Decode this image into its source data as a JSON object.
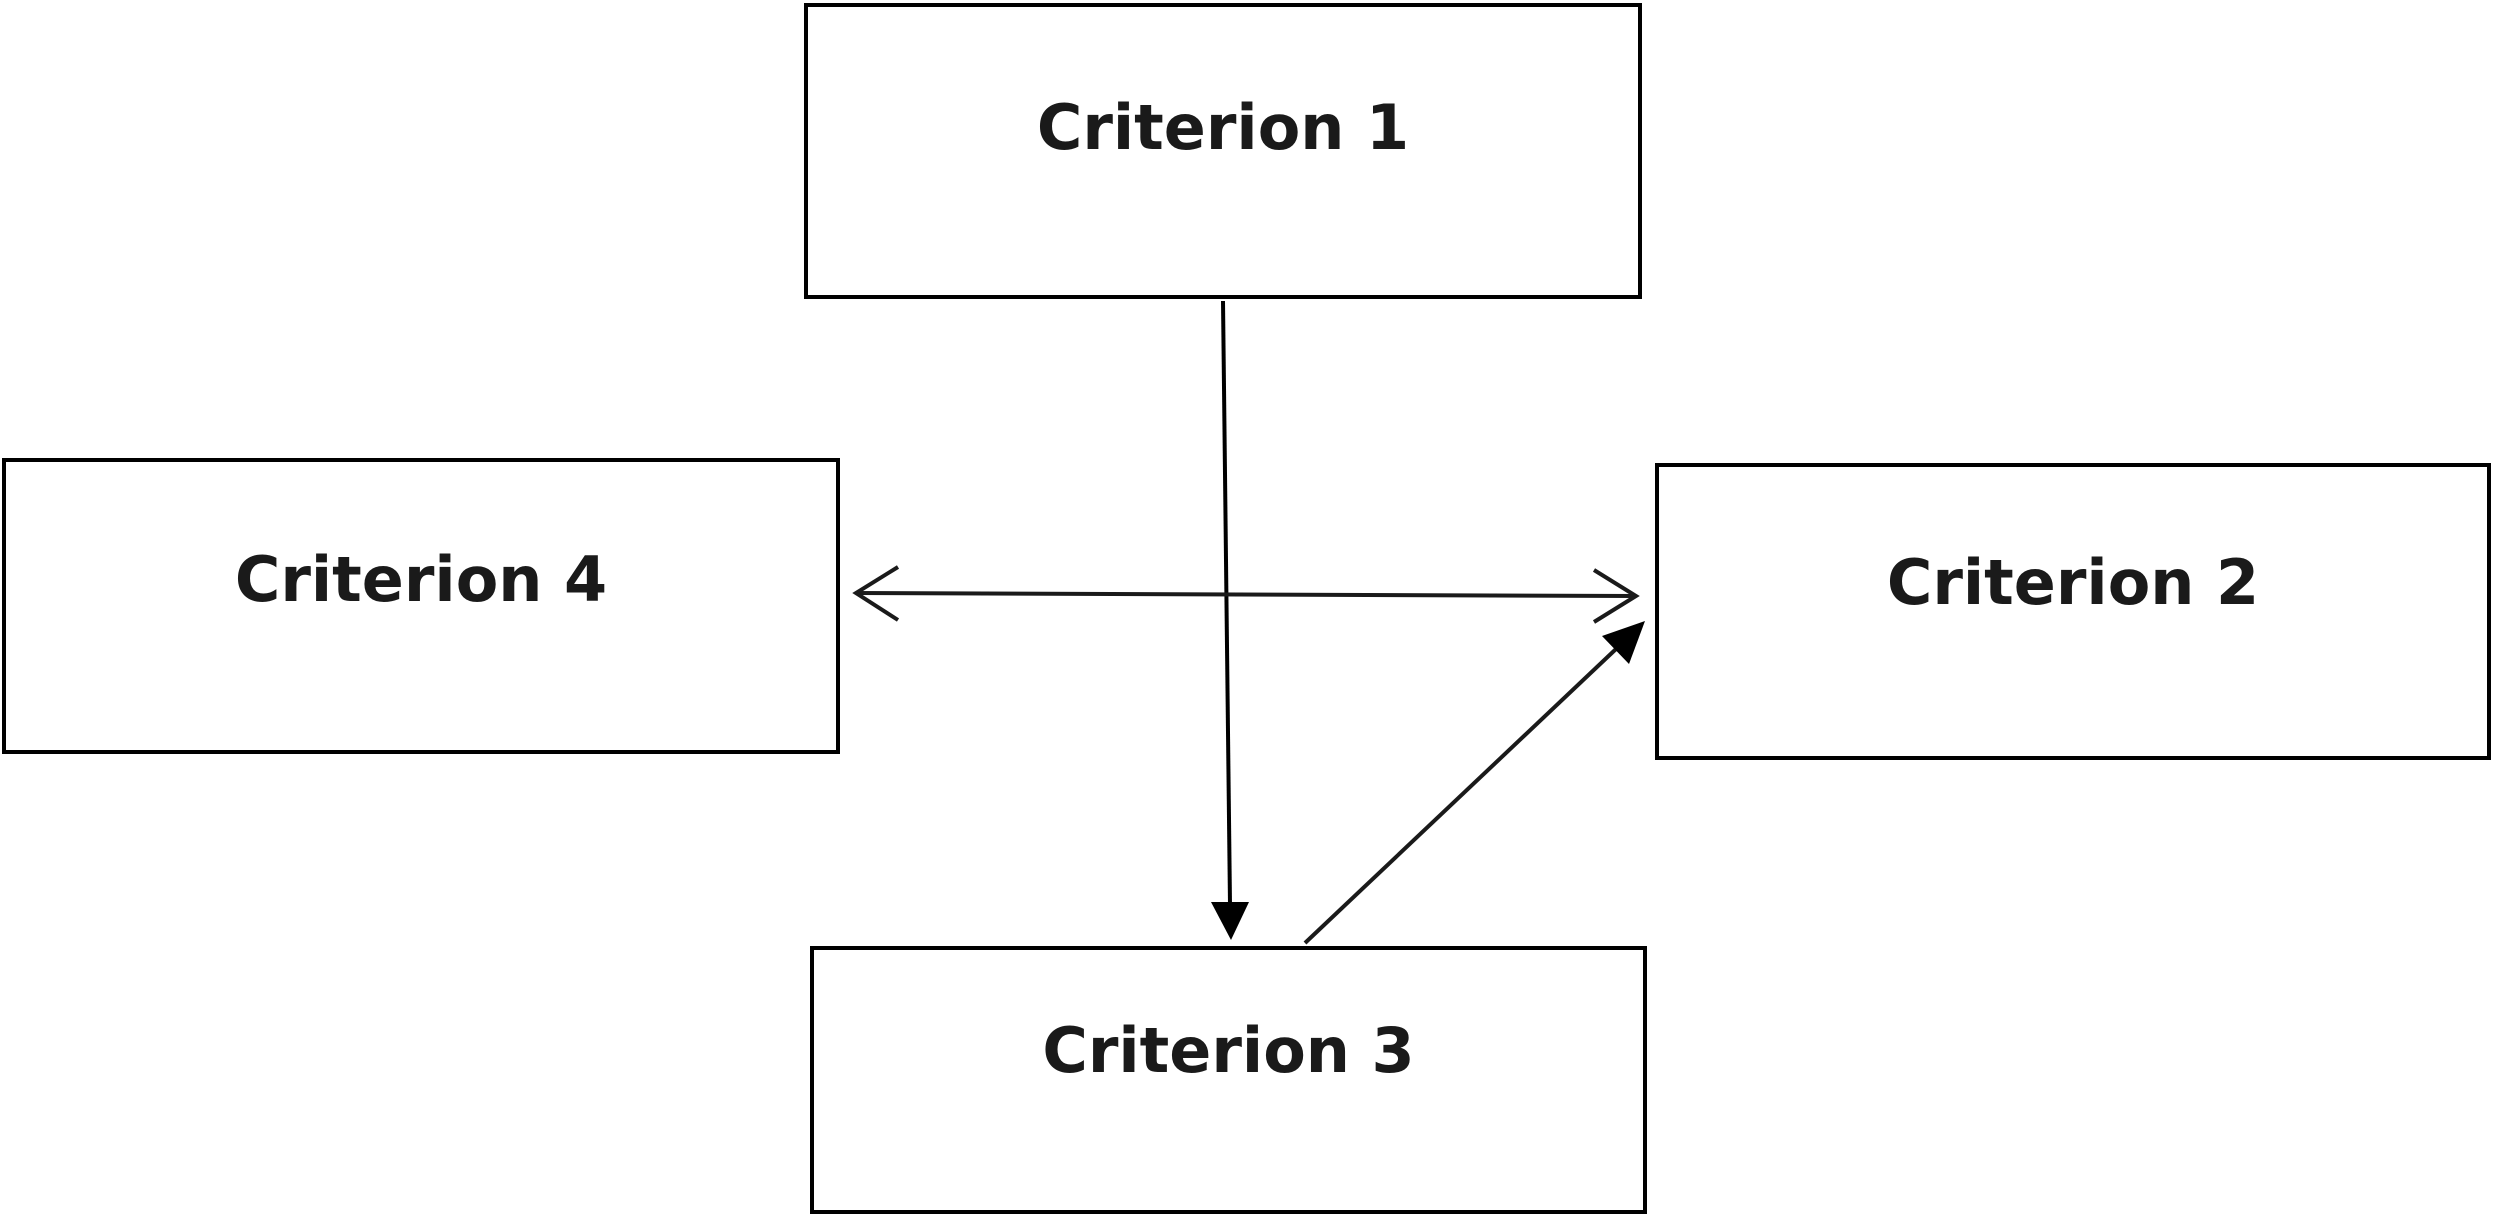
{
  "diagram": {
    "nodes": [
      {
        "id": "c1",
        "label": "Criterion 1"
      },
      {
        "id": "c2",
        "label": "Criterion 2"
      },
      {
        "id": "c3",
        "label": "Criterion 3"
      },
      {
        "id": "c4",
        "label": "Criterion 4"
      }
    ],
    "edges": [
      {
        "from": "c1",
        "to": "c3",
        "arrowhead": "filled"
      },
      {
        "from": "c3",
        "to": "c2",
        "arrowhead": "filled"
      },
      {
        "from": "c4",
        "to": "c2",
        "arrowhead": "open",
        "bidirectional": true
      }
    ],
    "colors": {
      "stroke": "#000000",
      "background": "#ffffff",
      "text": "#1a1a1a"
    }
  }
}
